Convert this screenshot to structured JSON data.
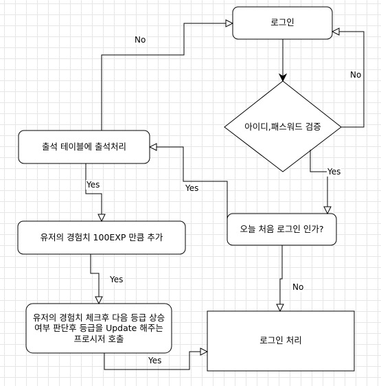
{
  "nodes": {
    "login": "로그인",
    "verify": "아이디,패스워드 검증",
    "attendance": "출석 테이블에 출석처리",
    "first_login": "오늘 처음 로그인 인가?",
    "exp": "유저의 경험치 100EXP 만큼 추가",
    "grade": "유저의 경험치 체크후 다음 등급 상승여부 판단후 등급을 Update 해주는 프로시저 호출",
    "login_process": "로그인 처리"
  },
  "edges": {
    "attendance_to_login": "No",
    "verify_to_login": "No",
    "verify_to_first": "Yes",
    "first_to_attendance": "Yes",
    "attendance_to_exp": "Yes",
    "exp_to_grade": "Yes",
    "grade_to_process": "Yes",
    "first_to_process": "No"
  }
}
